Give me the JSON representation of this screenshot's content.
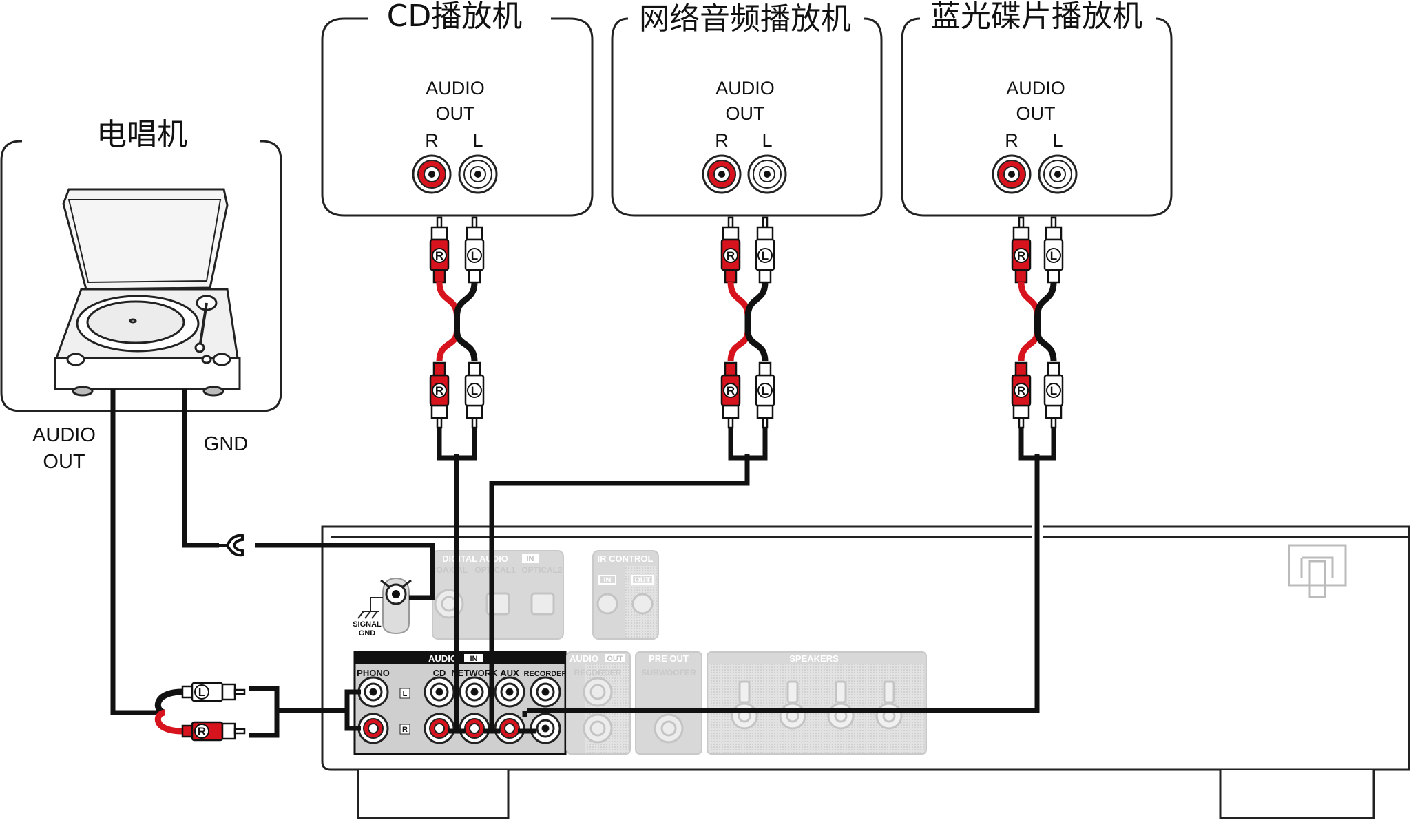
{
  "devices": {
    "turntable": {
      "title": "电唱机",
      "audio_out_line1": "AUDIO",
      "audio_out_line2": "OUT",
      "gnd": "GND"
    },
    "cd": {
      "title": "CD播放机",
      "audio": "AUDIO",
      "out": "OUT",
      "r": "R",
      "l": "L"
    },
    "network": {
      "title": "网络音频播放机",
      "audio": "AUDIO",
      "out": "OUT",
      "r": "R",
      "l": "L"
    },
    "bluray": {
      "title": "蓝光碟片播放机",
      "audio": "AUDIO",
      "out": "OUT",
      "r": "R",
      "l": "L"
    }
  },
  "plugs": {
    "r": "R",
    "l": "L"
  },
  "receiver": {
    "signal_gnd_1": "SIGNAL",
    "signal_gnd_2": "GND",
    "digital_audio": "DIGITAL AUDIO",
    "digital_in": "IN",
    "coaxial": "COAXIAL",
    "optical1": "OPTICAL1",
    "optical2": "OPTICAL2",
    "ir_control": "IR CONTROL",
    "ir_in": "IN",
    "ir_out": "OUT",
    "audio_in": "AUDIO",
    "audio_in_badge": "IN",
    "phono": "PHONO",
    "cd": "CD",
    "network": "NETWORK",
    "aux": "AUX",
    "recorder": "RECORDER",
    "side_l": "L",
    "side_r": "R",
    "audio_out": "AUDIO",
    "audio_out_badge": "OUT",
    "audio_out_recorder": "RECORDER",
    "pre_out": "PRE OUT",
    "subwoofer": "SUBWOOFER",
    "speakers": "SPEAKERS"
  },
  "colors": {
    "red": "#d7141e",
    "black": "#111111",
    "ghost": "#d8d8d8"
  }
}
